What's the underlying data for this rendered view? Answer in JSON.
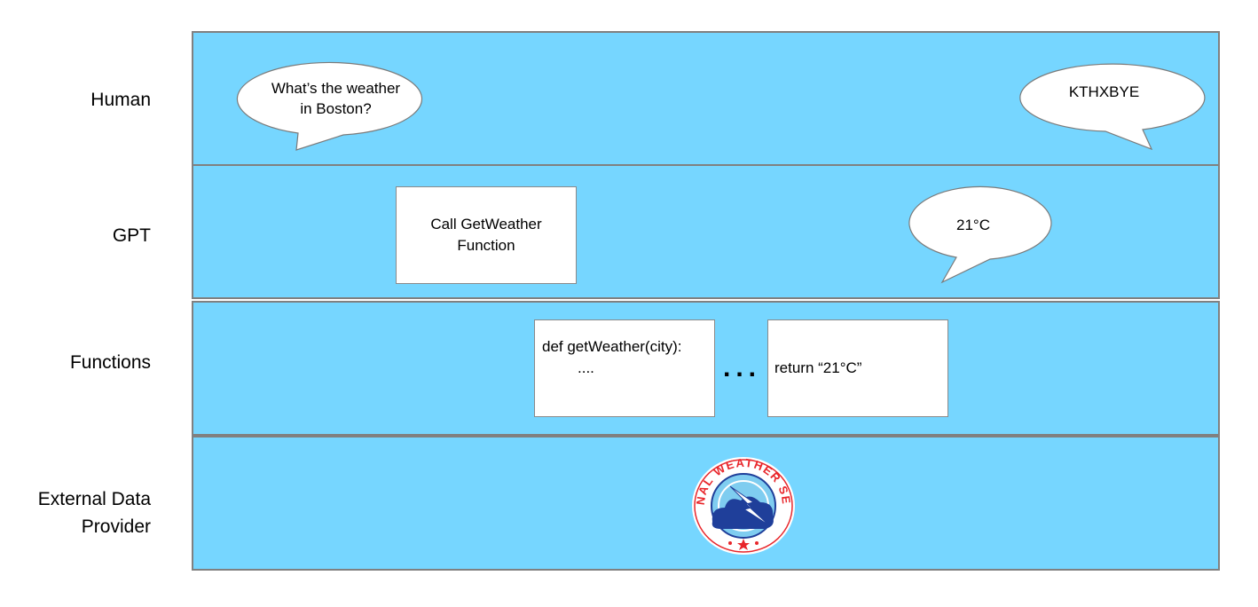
{
  "lanes": [
    {
      "label": "Human"
    },
    {
      "label": "GPT"
    },
    {
      "label": "Functions"
    },
    {
      "label_line1": "External Data",
      "label_line2": "Provider"
    }
  ],
  "human": {
    "question_line1": "What’s the weather",
    "question_line2": "in Boston?",
    "goodbye": "KTHXBYE"
  },
  "gpt": {
    "call_line1": "Call GetWeather",
    "call_line2": "Function",
    "answer": "21°C"
  },
  "functions": {
    "def_line1": "def getWeather(city):",
    "def_line2": "....",
    "ellipsis": "...",
    "return_text": "return “21°C”"
  },
  "provider": {
    "logo_icon": "national-weather-service-logo-icon",
    "logo_text": "NATIONAL WEATHER SERVICE",
    "colors": {
      "lane": "#76d6ff",
      "logo_red": "#e8262b",
      "logo_blue": "#1f3f9a"
    }
  }
}
